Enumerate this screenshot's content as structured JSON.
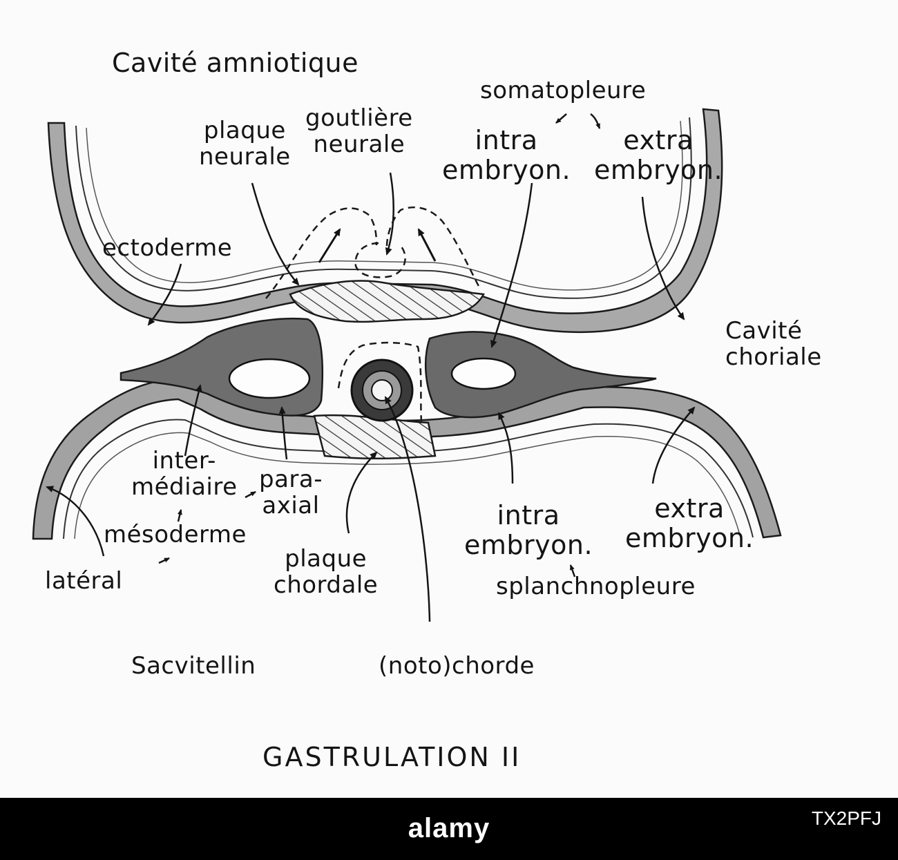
{
  "diagram": {
    "title": "GASTRULATION II",
    "labels": {
      "cavite_amniotique": "Cavité amniotique",
      "somatopleure": "somatopleure",
      "plaque_neurale": "plaque\nneurale",
      "gouttiere_neurale": "goutlière\nneurale",
      "somato_intra": "intra\nembryon.",
      "somato_extra": "extra\nembryon.",
      "ectoderme": "ectoderme",
      "cavite_choriale": "Cavité\nchoriale",
      "intermediaire": "inter-\nmédiaire",
      "paraxial": "para-\naxial",
      "mesoderme": "mésoderme",
      "lateral": "latéral",
      "plaque_chordale": "plaque\nchordale",
      "splanch_intra": "intra\nembryon.",
      "splanch_extra": "extra\nembryon.",
      "splanchnopleure": "splanchnopleure",
      "sac_vitellin": "Sacvitellin",
      "notochorde": "(noto)chorde"
    }
  },
  "banner": {
    "site": "alamy",
    "image_id": "TX2PFJ"
  }
}
